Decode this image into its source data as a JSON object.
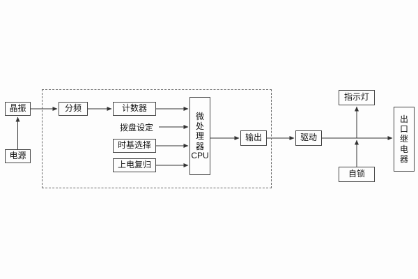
{
  "diagram": {
    "nodes": {
      "crystal": "晶振",
      "power": "电源",
      "divider": "分频",
      "counter": "计数器",
      "dial": "拨盘设定",
      "timebase": "时基选择",
      "reset": "上电复归",
      "cpu_cn": "微处理器",
      "cpu_en": "CPU",
      "output": "输出",
      "drive": "驱动",
      "indicator": "指示灯",
      "selflock": "自锁",
      "relay": "出口继电器"
    }
  }
}
